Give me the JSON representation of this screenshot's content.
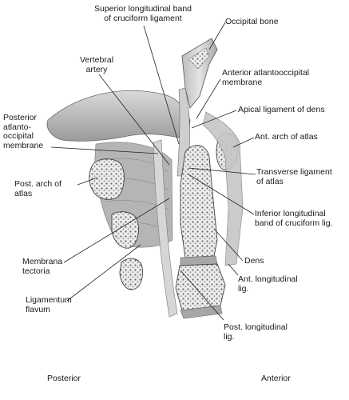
{
  "labels": {
    "superior_longitudinal_band": "Superior longitudinal band\nof cruciform ligament",
    "occipital_bone": "Occipital bone",
    "vertebral_artery": "Vertebral\nartery",
    "anterior_atlantooccipital_membrane": "Anterior atlantooccipital\nmembrane",
    "posterior_atlanto_occipital_membrane": "Posterior\natlanto-\noccipital\nmembrane",
    "apical_ligament_of_dens": "Apical ligament of dens",
    "ant_arch_of_atlas": "Ant. arch of atlas",
    "post_arch_of_atlas": "Post. arch of\natlas",
    "transverse_ligament_of_atlas": "Transverse ligament\nof atlas",
    "inferior_longitudinal_band": "Inferior longitudinal\nband of cruciform lig.",
    "membrana_tectoria": "Membrana\ntectoria",
    "dens": "Dens",
    "ant_longitudinal_lig": "Ant. longitudinal\nlig.",
    "ligamentum_flavum": "Ligamentum\nflavum",
    "post_longitudinal_lig": "Post. longitudinal\nlig."
  },
  "orientation": {
    "posterior": "Posterior",
    "anterior": "Anterior"
  }
}
